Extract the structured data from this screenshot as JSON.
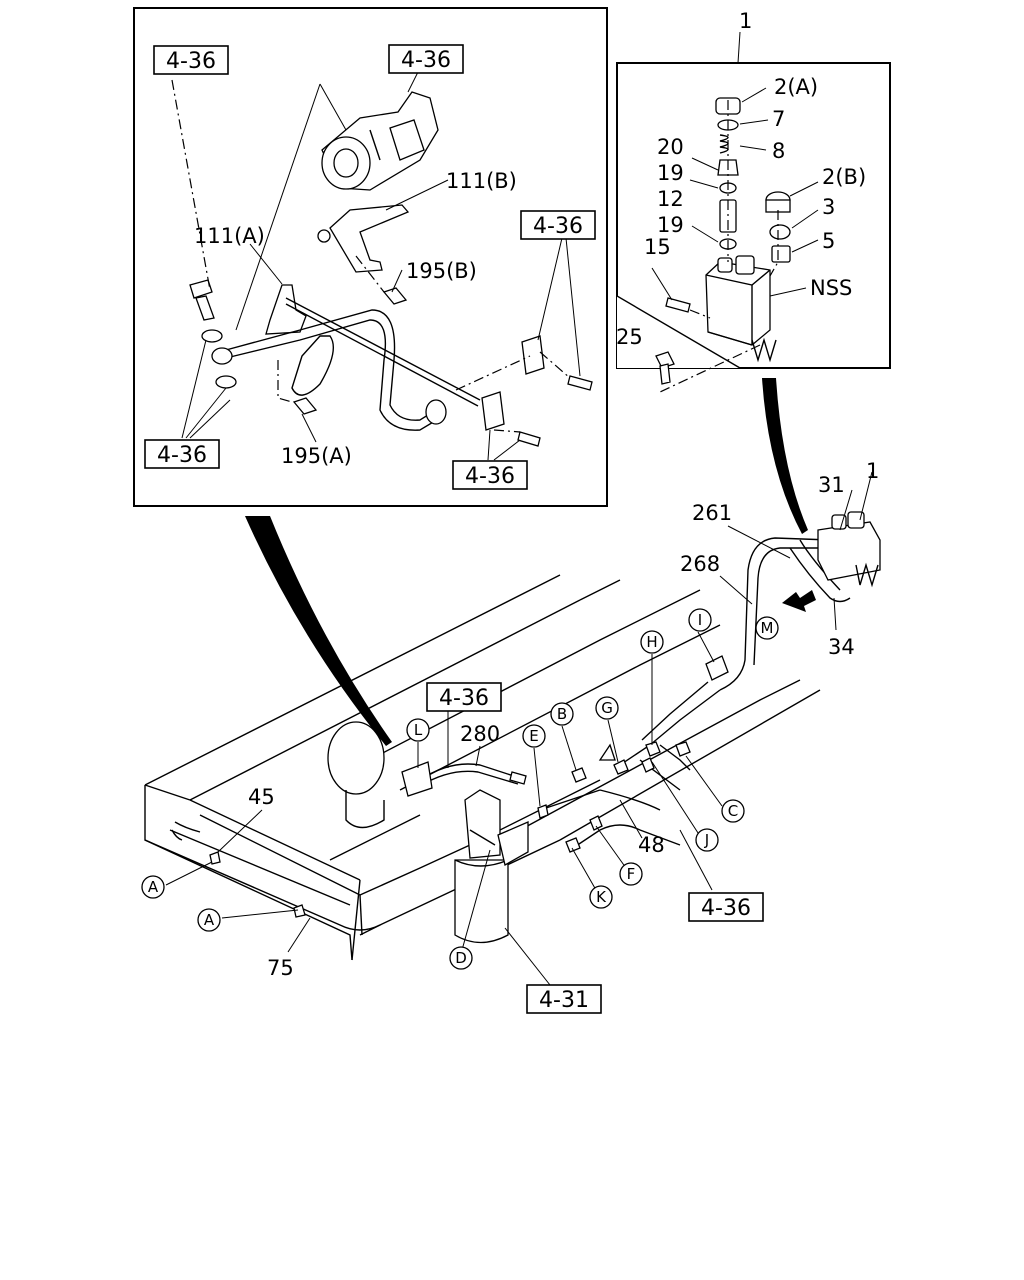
{
  "refs": {
    "r1": "4-36",
    "r2": "4-36",
    "r3": "4-36",
    "r4": "4-36",
    "r5": "4-36",
    "r6": "4-36",
    "r7": "4-36",
    "r8": "4-31"
  },
  "inset_left": {
    "p111b": "111(B)",
    "p111a": "111(A)",
    "p195b": "195(B)",
    "p195a": "195(A)"
  },
  "inset_right": {
    "top1": "1",
    "p2a": "2(A)",
    "p7": "7",
    "p8": "8",
    "p20": "20",
    "p19a": "19",
    "p12": "12",
    "p19b": "19",
    "p15": "15",
    "p2b": "2(B)",
    "p3": "3",
    "p5": "5",
    "nss": "NSS",
    "p25": "25"
  },
  "main": {
    "p1": "1",
    "p31": "31",
    "p261": "261",
    "p268": "268",
    "p34": "34",
    "p280": "280",
    "p45": "45",
    "p48": "48",
    "p75": "75"
  },
  "circles": {
    "A1": "A",
    "A2": "A",
    "B": "B",
    "C": "C",
    "D": "D",
    "E": "E",
    "F": "F",
    "G": "G",
    "H": "H",
    "I": "I",
    "J": "J",
    "K": "K",
    "L": "L",
    "M": "M"
  }
}
